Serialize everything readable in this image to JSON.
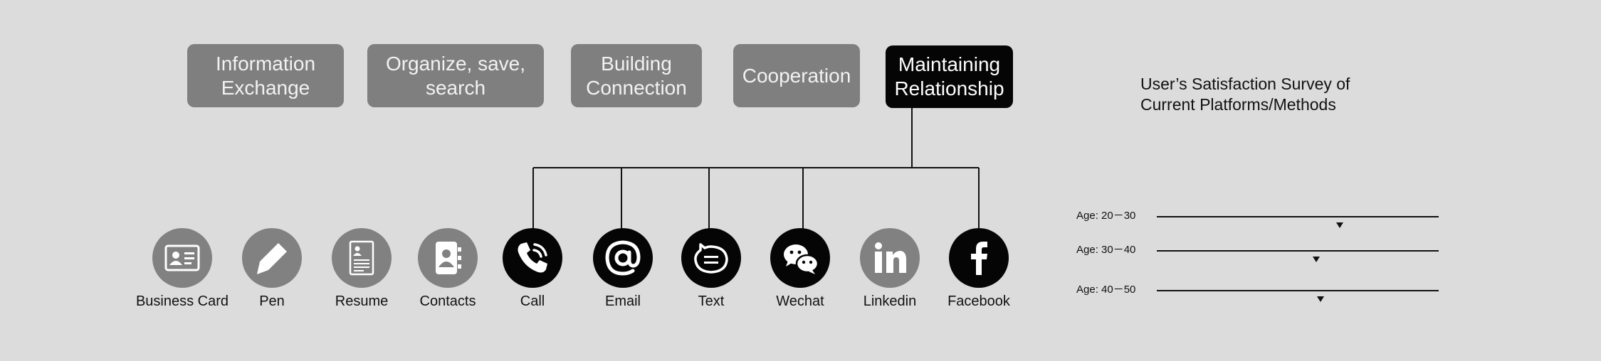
{
  "categories": [
    {
      "label": "Information\nExchange",
      "active": false
    },
    {
      "label": "Organize, save,\nsearch",
      "active": false
    },
    {
      "label": "Building\nConnection",
      "active": false
    },
    {
      "label": "Cooperation",
      "active": false
    },
    {
      "label": "Maintaining\nRelationship",
      "active": true
    }
  ],
  "tools": [
    {
      "label": "Business Card",
      "icon": "business-card-icon",
      "highlighted": false
    },
    {
      "label": "Pen",
      "icon": "pen-icon",
      "highlighted": false
    },
    {
      "label": "Resume",
      "icon": "resume-icon",
      "highlighted": false
    },
    {
      "label": "Contacts",
      "icon": "contacts-icon",
      "highlighted": false
    },
    {
      "label": "Call",
      "icon": "phone-icon",
      "highlighted": true
    },
    {
      "label": "Email",
      "icon": "at-sign-icon",
      "highlighted": true
    },
    {
      "label": "Text",
      "icon": "chat-bubble-icon",
      "highlighted": true
    },
    {
      "label": "Wechat",
      "icon": "wechat-icon",
      "highlighted": true
    },
    {
      "label": "Linkedin",
      "icon": "linkedin-icon",
      "highlighted": false
    },
    {
      "label": "Facebook",
      "icon": "facebook-icon",
      "highlighted": true
    }
  ],
  "survey": {
    "title": "User’s Satisfaction Survey of\nCurrent Platforms/Methods",
    "rows": [
      {
        "label": "Age: 20－30",
        "satisfaction": 0.65
      },
      {
        "label": "Age: 30－40",
        "satisfaction": 0.565
      },
      {
        "label": "Age: 40－50",
        "satisfaction": 0.58
      }
    ]
  },
  "colors": {
    "background": "#dcdcdc",
    "inactive": "#7f7f7f",
    "active": "#050505"
  }
}
